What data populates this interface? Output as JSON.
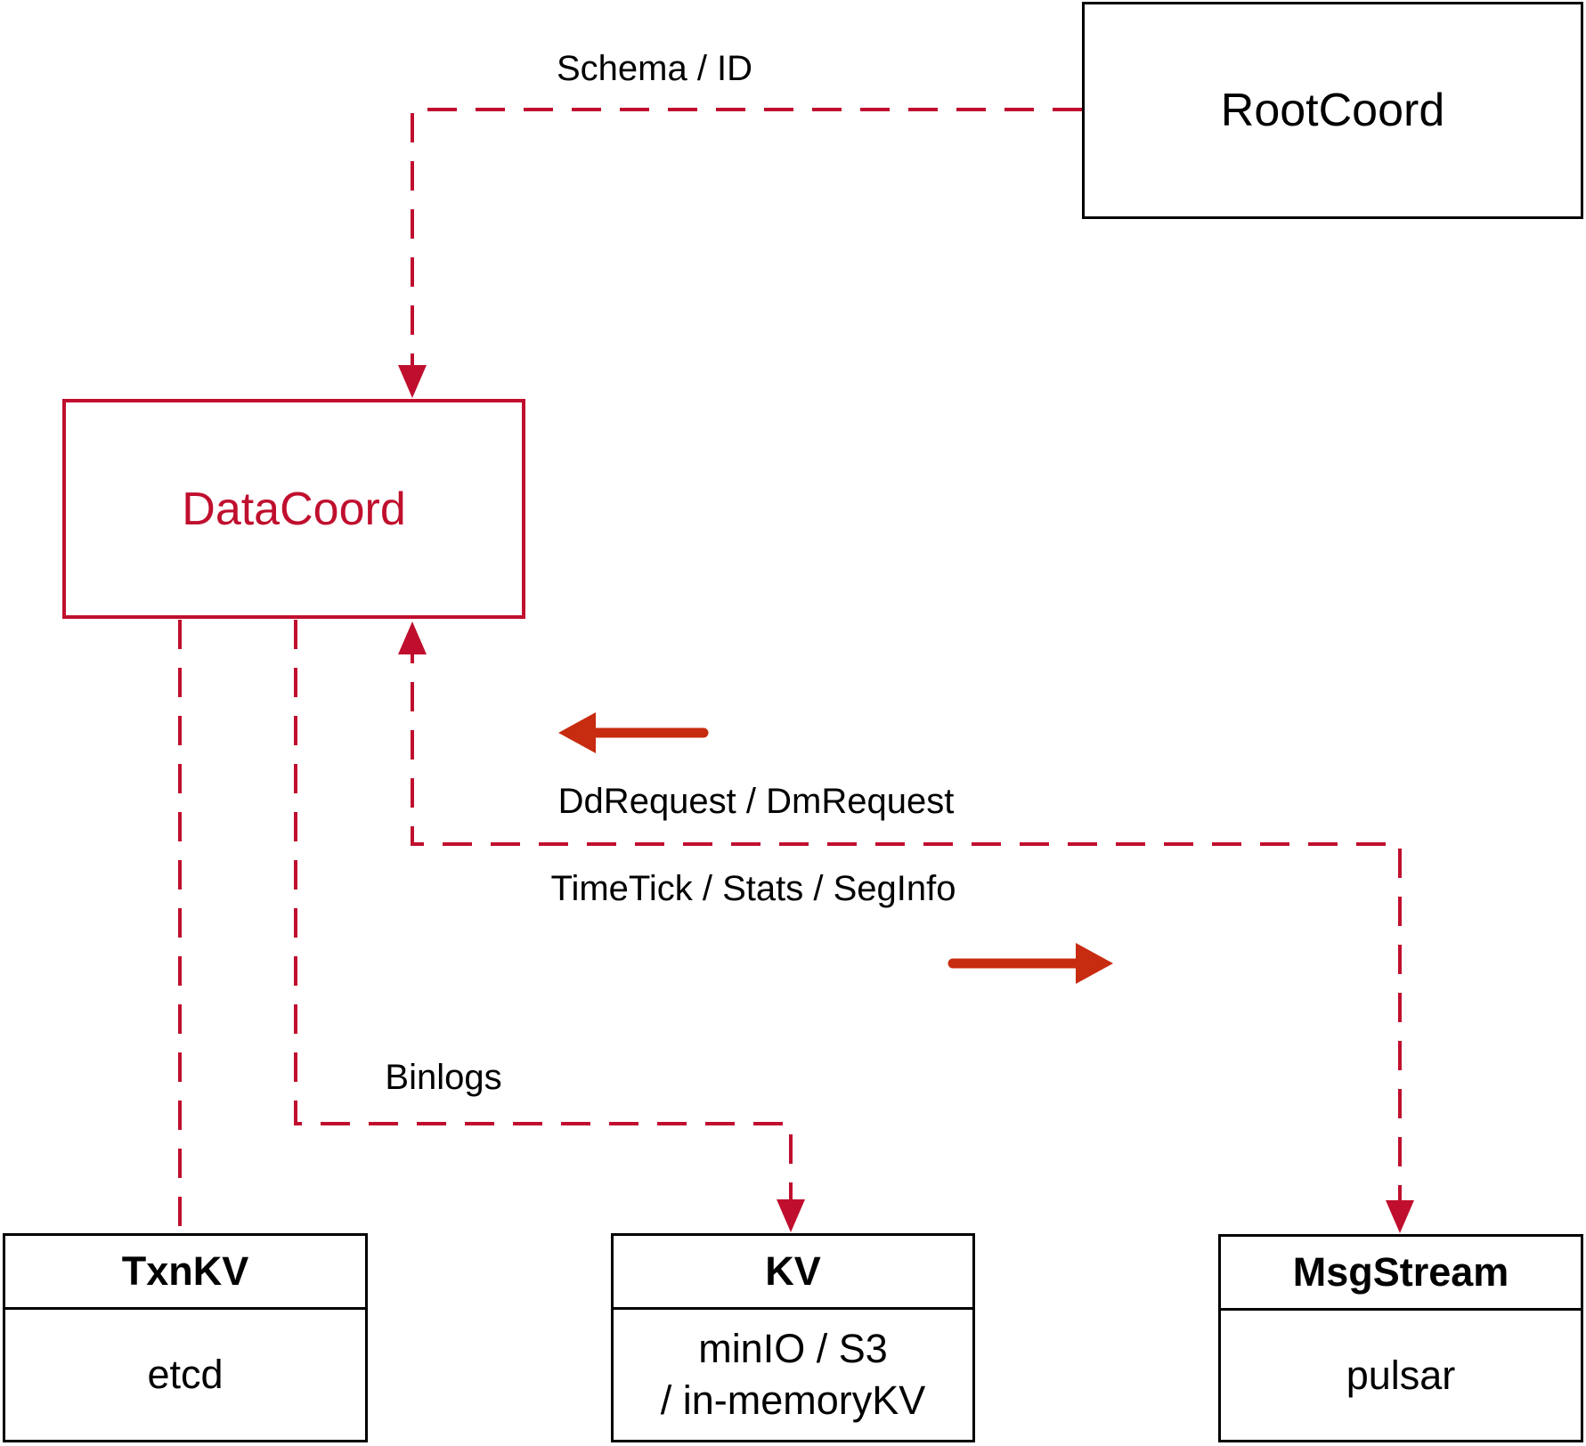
{
  "colors": {
    "connector_red": "#C00F2E",
    "solid_arrow_red": "#C72B10",
    "box_border_black": "#000000",
    "background": "#FFFFFF"
  },
  "nodes": {
    "rootcoord": {
      "label": "RootCoord"
    },
    "datacoord": {
      "label": "DataCoord"
    },
    "txnkv": {
      "title": "TxnKV",
      "body": "etcd"
    },
    "kv": {
      "title": "KV",
      "body_lines": [
        "minIO / S3",
        "/ in-memoryKV"
      ]
    },
    "msgstream": {
      "title": "MsgStream",
      "body": "pulsar"
    }
  },
  "edge_labels": {
    "schema_id": "Schema / ID",
    "dd_dm_request": "DdRequest / DmRequest",
    "timetick_stats_seginfo": "TimeTick / Stats / SegInfo",
    "binlogs": "Binlogs"
  }
}
